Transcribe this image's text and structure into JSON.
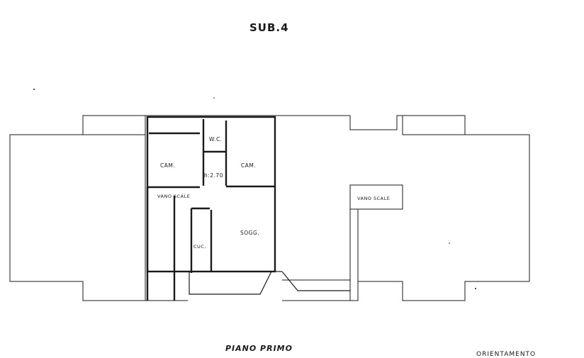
{
  "title": "SUB.4",
  "floor_label": "PIANO PRIMO",
  "rooms": {
    "cam_left": "CAM.",
    "wc": "W.C.",
    "cam_right": "CAM.",
    "height": "h:2.70",
    "stair_left": "VANO SCALE",
    "stair_right": "VANO SCALE",
    "soggiorno": "SOGG.",
    "cucina": "CUC."
  },
  "stamp_text": "ORIENTAMENTO",
  "colors": {
    "line": "#1a1a1a",
    "background": "#ffffff"
  }
}
